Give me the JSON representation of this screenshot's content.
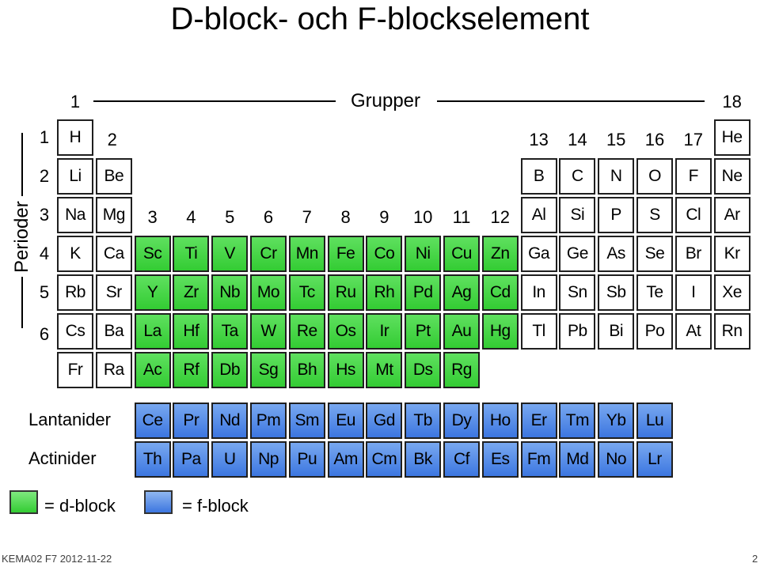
{
  "title": "D-block- och F-blockselement",
  "groups_header": "Grupper",
  "periods_header": "Perioder",
  "group_numbers": [
    "1",
    "2",
    "3",
    "4",
    "5",
    "6",
    "7",
    "8",
    "9",
    "10",
    "11",
    "12",
    "13",
    "14",
    "15",
    "16",
    "17",
    "18"
  ],
  "period_numbers": [
    "1",
    "2",
    "3",
    "4",
    "5",
    "6"
  ],
  "rows": [
    [
      "H",
      "",
      "",
      "",
      "",
      "",
      "",
      "",
      "",
      "",
      "",
      "",
      "",
      "",
      "",
      "",
      "",
      "He"
    ],
    [
      "Li",
      "Be",
      "",
      "",
      "",
      "",
      "",
      "",
      "",
      "",
      "",
      "",
      "B",
      "C",
      "N",
      "O",
      "F",
      "Ne"
    ],
    [
      "Na",
      "Mg",
      "",
      "",
      "",
      "",
      "",
      "",
      "",
      "",
      "",
      "",
      "Al",
      "Si",
      "P",
      "S",
      "Cl",
      "Ar"
    ],
    [
      "K",
      "Ca",
      "Sc",
      "Ti",
      "V",
      "Cr",
      "Mn",
      "Fe",
      "Co",
      "Ni",
      "Cu",
      "Zn",
      "Ga",
      "Ge",
      "As",
      "Se",
      "Br",
      "Kr"
    ],
    [
      "Rb",
      "Sr",
      "Y",
      "Zr",
      "Nb",
      "Mo",
      "Tc",
      "Ru",
      "Rh",
      "Pd",
      "Ag",
      "Cd",
      "In",
      "Sn",
      "Sb",
      "Te",
      "I",
      "Xe"
    ],
    [
      "Cs",
      "Ba",
      "La",
      "Hf",
      "Ta",
      "W",
      "Re",
      "Os",
      "Ir",
      "Pt",
      "Au",
      "Hg",
      "Tl",
      "Pb",
      "Bi",
      "Po",
      "At",
      "Rn"
    ],
    [
      "Fr",
      "Ra",
      "Ac",
      "Rf",
      "Db",
      "Sg",
      "Bh",
      "Hs",
      "Mt",
      "Ds",
      "Rg",
      "",
      "",
      "",
      "",
      "",
      "",
      ""
    ]
  ],
  "lanthanides_label": "Lantanider",
  "actinides_label": "Actinider",
  "lanthanides": [
    "Ce",
    "Pr",
    "Nd",
    "Pm",
    "Sm",
    "Eu",
    "Gd",
    "Tb",
    "Dy",
    "Ho",
    "Er",
    "Tm",
    "Yb",
    "Lu"
  ],
  "actinides": [
    "Th",
    "Pa",
    "U",
    "Np",
    "Pu",
    "Am",
    "Cm",
    "Bk",
    "Cf",
    "Es",
    "Fm",
    "Md",
    "No",
    "Lr"
  ],
  "legend": {
    "d_label": "= d-block",
    "f_label": "= f-block",
    "d_color": "#33cc33",
    "f_color": "#3c76e0"
  },
  "footer": {
    "left": "KEMA02 F7 2012-11-22",
    "page": "2"
  }
}
